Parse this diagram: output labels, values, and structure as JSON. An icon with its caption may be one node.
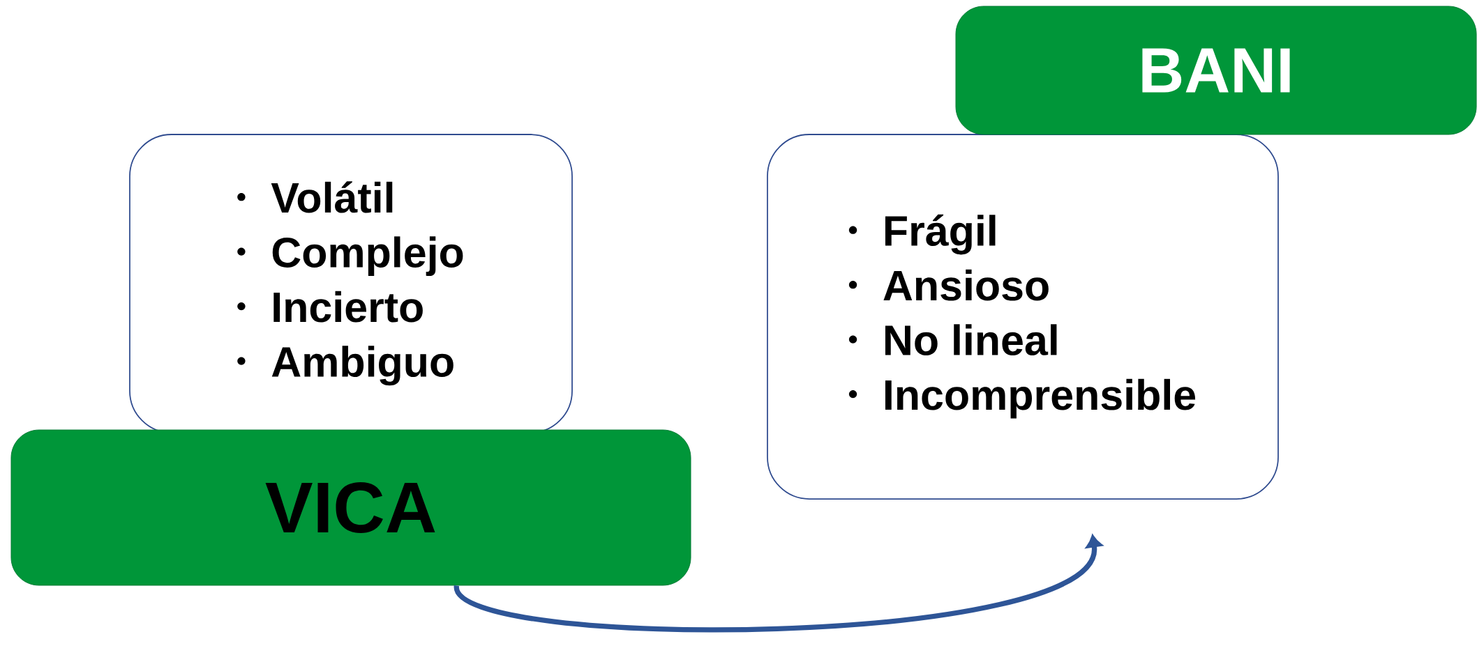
{
  "diagram": {
    "nodes": [
      {
        "text": [
          "Volátil",
          "Complejo",
          "Incierto",
          "Ambiguo"
        ]
      },
      {
        "text": [
          "VICA"
        ]
      },
      {
        "text": [
          "Frágil",
          "Ansioso",
          "No lineal",
          "Incomprensible"
        ]
      },
      {
        "text": [
          "BANI"
        ]
      }
    ],
    "edges": [
      {
        "from": 1,
        "to": 2,
        "arrow": "to"
      }
    ]
  }
}
